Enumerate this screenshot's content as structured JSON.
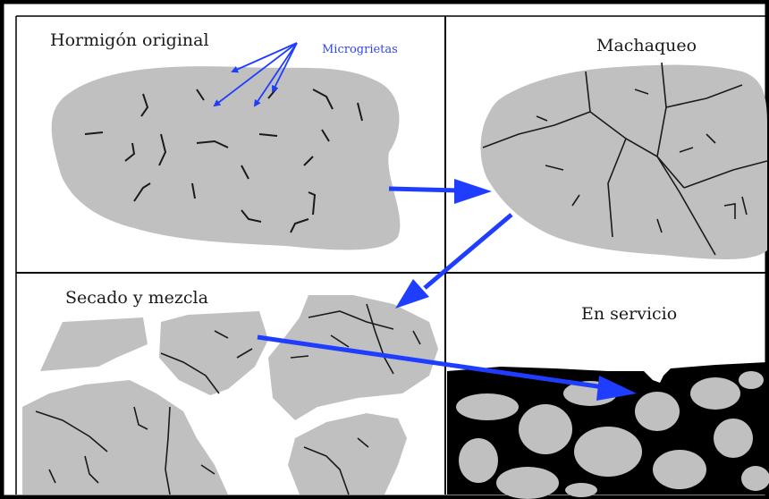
{
  "panels": [
    {
      "id": "original",
      "title": "Hormigón original"
    },
    {
      "id": "crushing",
      "title": "Machaqueo"
    },
    {
      "id": "drying",
      "title": "Secado y mezcla"
    },
    {
      "id": "service",
      "title": "En servicio"
    }
  ],
  "annotation": {
    "label": "Microgrietas"
  },
  "colors": {
    "aggregate": "#c0c0c0",
    "crack": "#1a1a1a",
    "arrow": "#1f3dff",
    "frame": "#000000",
    "matrix": "#000000"
  }
}
